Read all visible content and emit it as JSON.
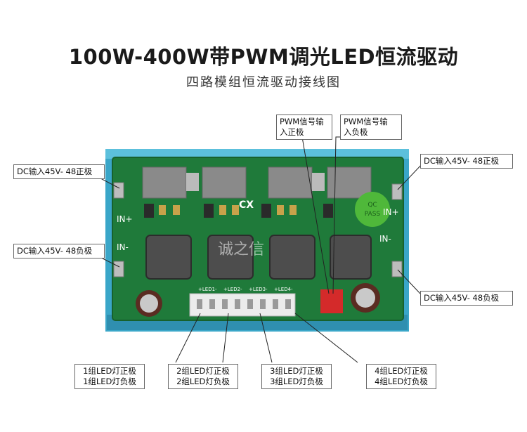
{
  "header": {
    "title": "100W-400W带PWM调光LED恒流驱动",
    "subtitle": "四路模组恒流驱动接线图"
  },
  "labels": {
    "pwm_pos": [
      "PWM信号输",
      "入正极"
    ],
    "pwm_neg": [
      "PWM信号输",
      "入负极"
    ],
    "dc_pos_left": "DC输入45V- 48正极",
    "dc_neg_left": "DC输入45V- 48负极",
    "dc_pos_right": "DC输入45V- 48正极",
    "dc_neg_right": "DC输入45V- 48负极",
    "led1": [
      "1组LED灯正极",
      "1组LED灯负极"
    ],
    "led2": [
      "2组LED灯正极",
      "2组LED灯负极"
    ],
    "led3": [
      "3组LED灯正极",
      "3组LED灯负极"
    ],
    "led4": [
      "4组LED灯正极",
      "4组LED灯负极"
    ]
  },
  "board": {
    "silk_in_plus": "IN+",
    "silk_in_minus": "IN-",
    "silk_cx": "CX",
    "qc_sticker": [
      "QC",
      "PASS"
    ],
    "watermark": "诚之信",
    "led_silk": [
      "+LED1-",
      "+LED2-",
      "+LED3-",
      "+LED4-"
    ]
  },
  "colors": {
    "heatsink": "#3aa6c8",
    "pcb": "#1f7a3a",
    "pcb_dark": "#17612d",
    "qc_sticker": "#4fb83a",
    "pwm_connector": "#d42a2a"
  }
}
